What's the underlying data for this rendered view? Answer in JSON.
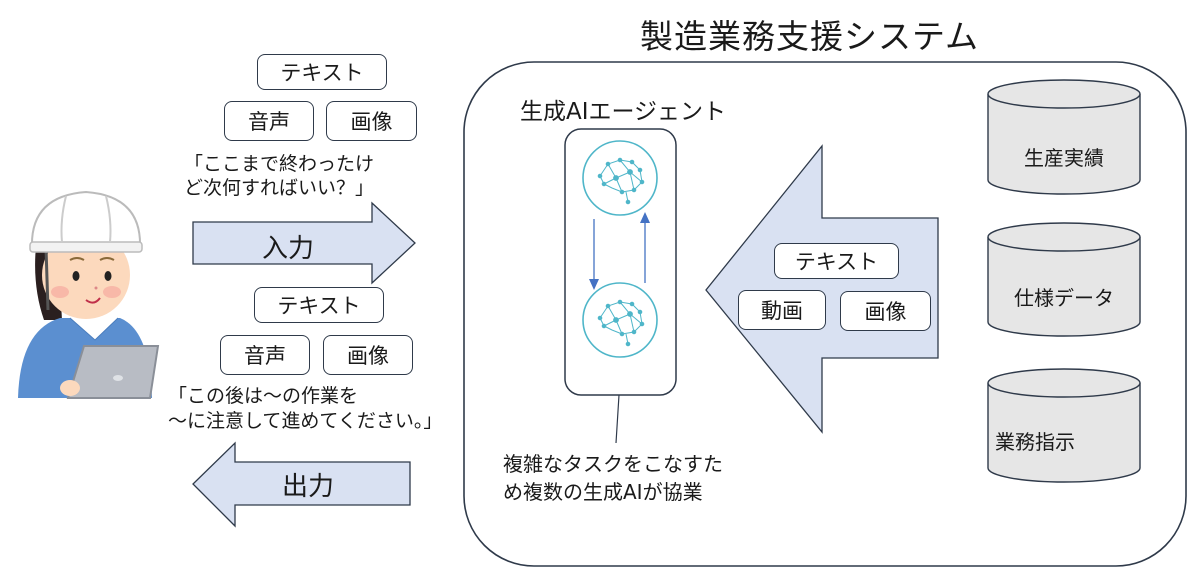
{
  "title": "製造業務支援システム",
  "colors": {
    "arrow_fill": "#d9e1f2",
    "stroke": "#2f3a4a",
    "db_fill": "#e6e6e6",
    "brain_teal": "#4fb6c9",
    "flow_arrow": "#4472c4"
  },
  "user": {
    "figure": "worker-with-helmet-and-tablet",
    "input_modalities": [
      "テキスト",
      "音声",
      "画像"
    ],
    "input_quote_line1": "「ここまで終わったけ",
    "input_quote_line2": "ど次何すればいい？」",
    "input_arrow_label": "入力",
    "output_modalities": [
      "テキスト",
      "音声",
      "画像"
    ],
    "output_quote_line1": "「この後は～の作業を",
    "output_quote_line2": "～に注意して進めてください。」",
    "output_arrow_label": "出力"
  },
  "agent": {
    "title": "生成AIエージェント",
    "nodes": [
      "brain-ai-1",
      "brain-ai-2"
    ],
    "caption_line1": "複雑なタスクをこなすた",
    "caption_line2": "め複数の生成AIが協業"
  },
  "data_arrow": {
    "modalities": [
      "テキスト",
      "動画",
      "画像"
    ]
  },
  "databases": [
    {
      "label": "生産実績"
    },
    {
      "label": "仕様データ"
    },
    {
      "label": "業務指示"
    }
  ]
}
